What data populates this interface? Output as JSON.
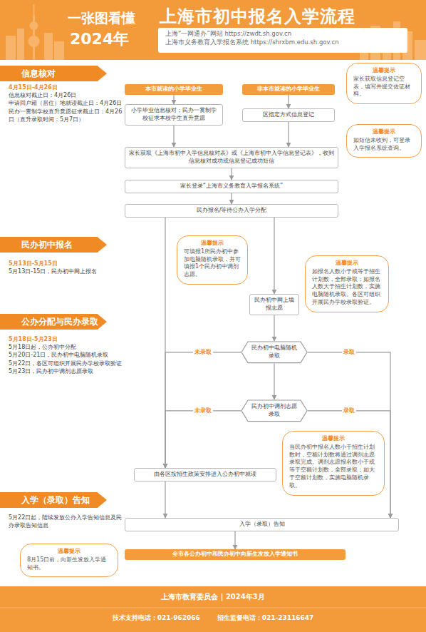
{
  "diagram": {
    "title": "上海市初中报名入学流程",
    "nodes": [
      {
        "text": [
          "信息核对"
        ]
      },
      {
        "text": [
          "本市就读的小学毕业生"
        ]
      },
      {
        "text": [
          "非本市就读的小学毕业生"
        ]
      },
      {
        "text": [
          "温馨提示",
          "家长获取信息登记空表，填写并提交佐证材料。"
        ]
      },
      {
        "text": [
          "小学毕业信息核对；民办一贯制学校征求本校学生直升意愿"
        ]
      },
      {
        "text": [
          "区指定方式信息登记"
        ]
      },
      {
        "text": [
          "温馨提示",
          "如短信未收到，可登录入学报名系统查询。"
        ]
      },
      {
        "text": [
          "家长获取《上海市初中入学信息核对表》或《上海市初中入学信息登记表》，收到信息核对成功或信息登记成功短信"
        ]
      },
      {
        "text": [
          "家长登录“上海市义务教育入学报名系统”"
        ]
      },
      {
        "text": [
          "民办报名/等待公办入学分配"
        ]
      },
      {
        "text": [
          "民办初中报名"
        ]
      },
      {
        "text": [
          "温馨提示",
          "可填报1所民办初中参加电脑随机录取，并可填报1个民办初中调剂志愿。"
        ]
      },
      {
        "text": [
          "温馨提示",
          "如报名人数小于或等于招生计划数，全部录取；如报名人数大于招生计划数，实施电脑随机录取。各区可组织开展民办学校录取验证。"
        ]
      },
      {
        "text": [
          "民办初中网上填报志愿"
        ]
      },
      {
        "text": [
          "公办分配与民办录取"
        ]
      },
      {
        "text": [
          "民办初中电脑随机录取"
        ]
      },
      {
        "text": [
          "民办初中调剂志愿录取"
        ]
      },
      {
        "text": [
          "温馨提示",
          "当民办初中报名人数小于招生计划数时，空额计划数将通过调剂志愿录取完成。调剂志愿报名数小于或等于空额计划数，全部录取；如大于空额计划数，实施电脑随机录取。"
        ]
      },
      {
        "text": [
          "由各区按招生政策安排进入公办初中就读"
        ]
      },
      {
        "text": [
          "入学（录取）告知"
        ]
      },
      {
        "text": [
          "温馨提示",
          "8月15日前，向新生发放入学通知书。"
        ]
      },
      {
        "text": [
          "入学（录取）告知"
        ]
      },
      {
        "text": [
          "全市各公办初中和民办初中向新生发放入学通知书"
        ]
      }
    ],
    "edges": [
      {
        "from": 1,
        "to": 4,
        "arrow": "to"
      },
      {
        "from": 2,
        "to": 5,
        "arrow": "to"
      },
      {
        "from": 4,
        "to": 7,
        "arrow": "to"
      },
      {
        "from": 5,
        "to": 7,
        "arrow": "to"
      },
      {
        "from": 7,
        "to": 8,
        "arrow": "to"
      },
      {
        "from": 8,
        "to": 9,
        "arrow": "to"
      },
      {
        "from": 9,
        "to": 13,
        "arrow": "to"
      },
      {
        "from": 9,
        "to": 18,
        "arrow": "to"
      },
      {
        "from": 13,
        "to": 15,
        "arrow": "to"
      },
      {
        "from": 15,
        "to": 16,
        "arrow": "to"
      },
      {
        "from": 15,
        "to": 18,
        "label": "未录取",
        "arrow": "to"
      },
      {
        "from": 15,
        "to": 21,
        "label": "录取",
        "arrow": "to"
      },
      {
        "from": 16,
        "to": 18,
        "label": "未录取",
        "arrow": "to"
      },
      {
        "from": 16,
        "to": 21,
        "label": "录取",
        "arrow": "to"
      },
      {
        "from": 18,
        "to": 21,
        "arrow": "to"
      },
      {
        "from": 21,
        "to": 22,
        "arrow": "to"
      }
    ],
    "labels": [
      "一张图看懂",
      "2024年",
      "上海“一网通办”网站 https://zwdt.sh.gov.cn",
      "上海市义务教育入学报名系统 https://shrxbm.edu.sh.gov.cn",
      "4月15日-4月26日",
      "信息核对截止日：4月26日",
      "申请回户籍（居住）地就读截止日：4月26日",
      "民办一贯制学校直升意愿征求截止日：4月26日（直升录取时间：5月7日）",
      "5月13日-5月15日",
      "5月13日-15日，民办初中网上报名",
      "5月18日-5月23日",
      "5月18日起，公办初中分配",
      "5月20日-21日，民办初中电脑随机录取",
      "5月22日，各区可组织开展民办学校录取验证",
      "5月23日，民办初中调剂志愿录取",
      "5月22日起，陆续发放公办入学告知信息及民办录取告知信息",
      "上海市教育委员会 | 2024年3月",
      "技术支持电话：021-962066",
      "招生监督电话：021-23116647"
    ]
  }
}
